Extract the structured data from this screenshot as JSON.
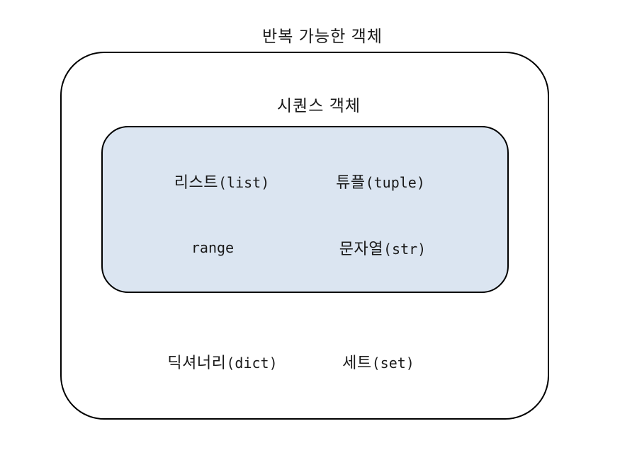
{
  "diagram": {
    "title": "반복 가능한 객체",
    "sequence_label": "시퀀스 객체",
    "colors": {
      "inner_fill": "#DBE5F1",
      "border": "#000000",
      "background": "#FFFFFF"
    },
    "items": [
      {
        "ko": "리스트",
        "code": "(list)"
      },
      {
        "ko": "튜플",
        "code": "(tuple)"
      },
      {
        "ko": "",
        "code": "range"
      },
      {
        "ko": "문자열",
        "code": "(str)"
      },
      {
        "ko": "딕셔너리",
        "code": "(dict)"
      },
      {
        "ko": "세트",
        "code": "(set)"
      }
    ]
  }
}
